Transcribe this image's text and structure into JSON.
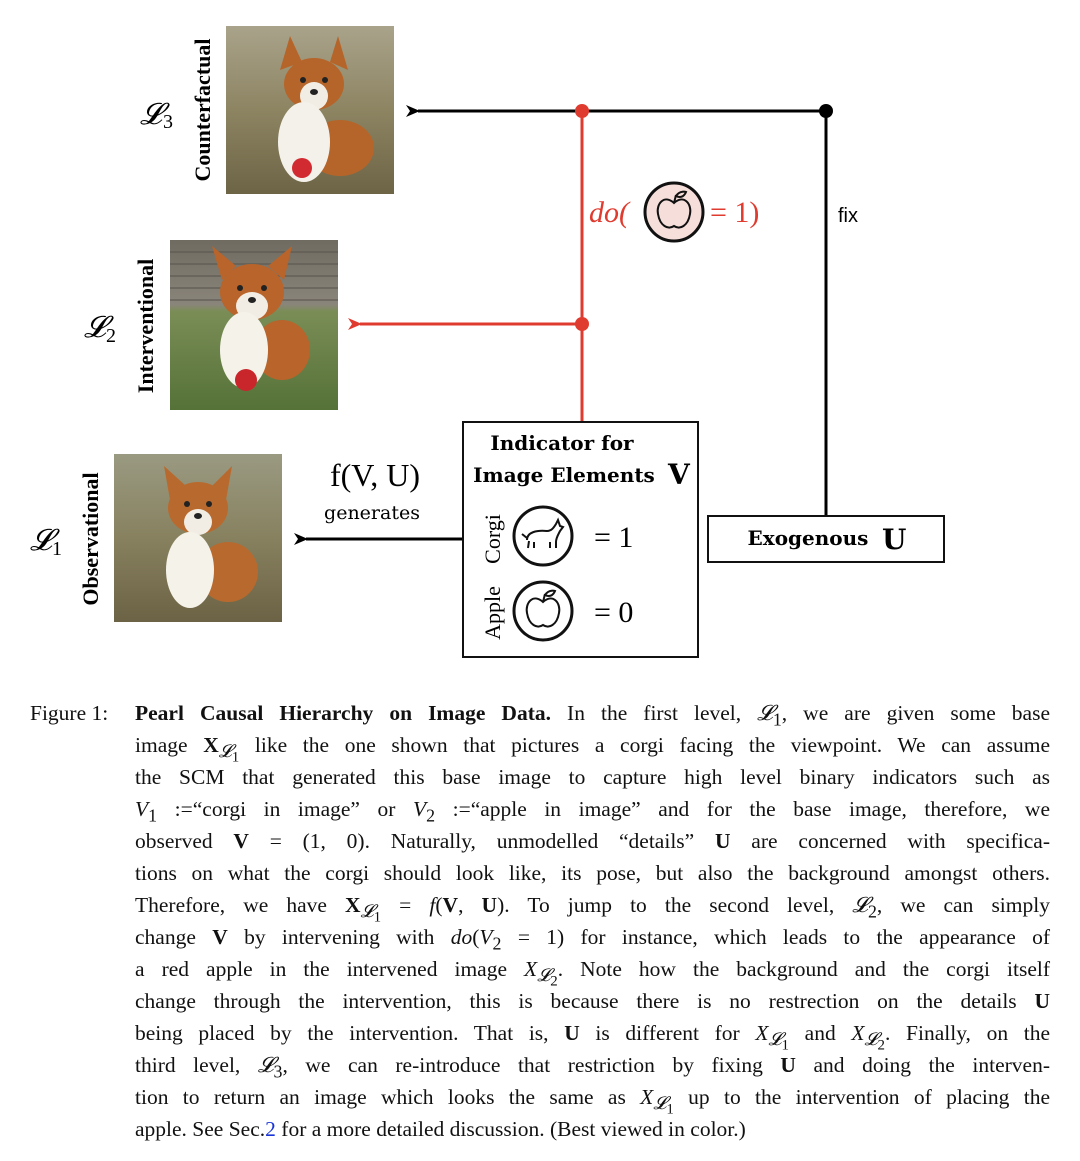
{
  "levels": [
    {
      "symbol": "L3",
      "sub": "3",
      "name": "Counterfactual"
    },
    {
      "symbol": "L2",
      "sub": "2",
      "name": "Interventional"
    },
    {
      "symbol": "L1",
      "sub": "1",
      "name": "Observational"
    }
  ],
  "intervention": {
    "prefix": "do(",
    "suffix": "= 1)"
  },
  "fix_label": "fix",
  "function_label": "f(V, U)",
  "generates_label": "generates",
  "indicator_box": {
    "title_line1": "Indicator for",
    "title_line2": "Image Elements",
    "title_symbol": "V",
    "rows": [
      {
        "label": "Corgi",
        "value": "= 1"
      },
      {
        "label": "Apple",
        "value": "= 0"
      }
    ]
  },
  "exogenous_label": "Exogenous",
  "exogenous_symbol": "U",
  "colors": {
    "intervention": "#e03b2f",
    "apple_circle_fill": "#f6dedb",
    "line": "#000000"
  },
  "icons": [
    "corgi-icon",
    "apple-icon",
    "corgi-photo",
    "corgi-with-apple-photo"
  ],
  "caption": {
    "prefix": "Figure 1:",
    "title": "Pearl Causal Hierarchy on Image Data.",
    "sec_link": "2"
  }
}
